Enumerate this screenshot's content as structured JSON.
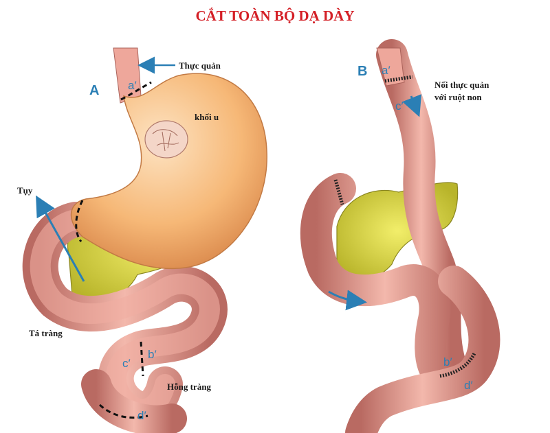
{
  "title": "CẮT TOÀN BỘ DẠ DÀY",
  "panel_a": {
    "letter": "A",
    "labels": {
      "esophagus": "Thực quản",
      "tumor": "khối u",
      "pancreas": "Tụy",
      "duodenum": "Tá tràng",
      "jejunum": "Hỗng tràng"
    },
    "marks": {
      "a": "a′",
      "b": "b′",
      "c": "c′",
      "d": "d′"
    }
  },
  "panel_b": {
    "letter": "B",
    "labels": {
      "anastomosis_line1": "Nối thực quản",
      "anastomosis_line2": "với ruột non"
    },
    "marks": {
      "a": "a′",
      "b": "b′",
      "c": "c′",
      "d": "d′"
    }
  },
  "colors": {
    "title": "#d42027",
    "accent": "#2b7fb5",
    "stomach": "#f5b77a",
    "intestine": "#e39a8e",
    "pancreas": "#e4e04a",
    "tumor": "#f2d2c4"
  }
}
